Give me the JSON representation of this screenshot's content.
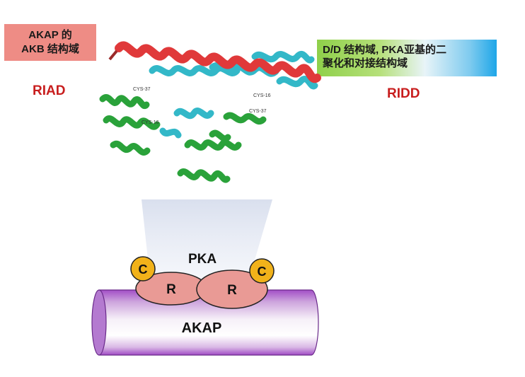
{
  "left_box": {
    "line1": "AKAP 的",
    "line2": "AKB 结构域"
  },
  "right_box": {
    "line1": "D/D 结构域, PKA亚基的二",
    "line2": "聚化和对接结构域"
  },
  "labels": {
    "riad": "RIAD",
    "ridd": "RIDD"
  },
  "structure_labels": {
    "cys_a": "CYS-37",
    "cys_b": "CYS-16",
    "cys_c": "CYS-16",
    "cys_d": "CYS-37"
  },
  "diagram": {
    "pka": "PKA",
    "r1": "R",
    "r2": "R",
    "c1": "C",
    "c2": "C",
    "akap": "AKAP"
  },
  "colors": {
    "left_box": "#ee8c85",
    "red_text": "#c81e1e",
    "helix_red": "#e0393a",
    "helix_green": "#2aa23a",
    "helix_cyan": "#33b8c8",
    "r_fill": "#e99a95",
    "c_fill": "#f1b21a",
    "cylinder": "#9b3fbf"
  }
}
